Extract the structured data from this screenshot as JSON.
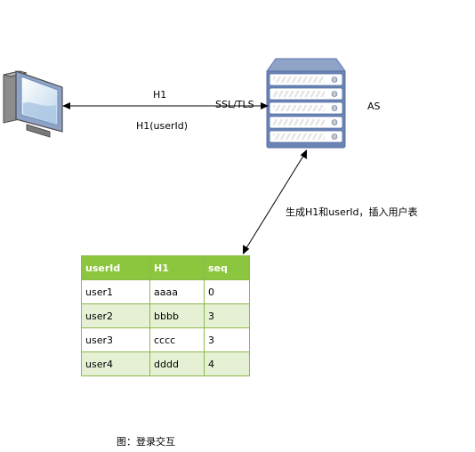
{
  "labels": {
    "h1_top": "H1",
    "h1_userid": "H1(userId)",
    "ssl_tls": "SSL/TLS",
    "server_name": "AS",
    "insert_note": "生成H1和userId，插入用户表",
    "caption": "图：登录交互"
  },
  "table": {
    "headers": [
      "userId",
      "H1",
      "seq"
    ],
    "rows": [
      [
        "user1",
        "aaaa",
        "0"
      ],
      [
        "user2",
        "bbbb",
        "3"
      ],
      [
        "user3",
        "cccc",
        "3"
      ],
      [
        "user4",
        "dddd",
        "4"
      ]
    ]
  },
  "colors": {
    "table_header": "#8CC63F",
    "table_border": "#8CBA4A",
    "table_alt_row": "#E5F0D5",
    "server_body": "#6B84B5",
    "server_face": "#D9D9D9",
    "computer_screen": "#E8F1FA",
    "line": "#000000"
  },
  "icons": {
    "client": "desktop-computer-icon",
    "server": "server-rack-icon"
  }
}
